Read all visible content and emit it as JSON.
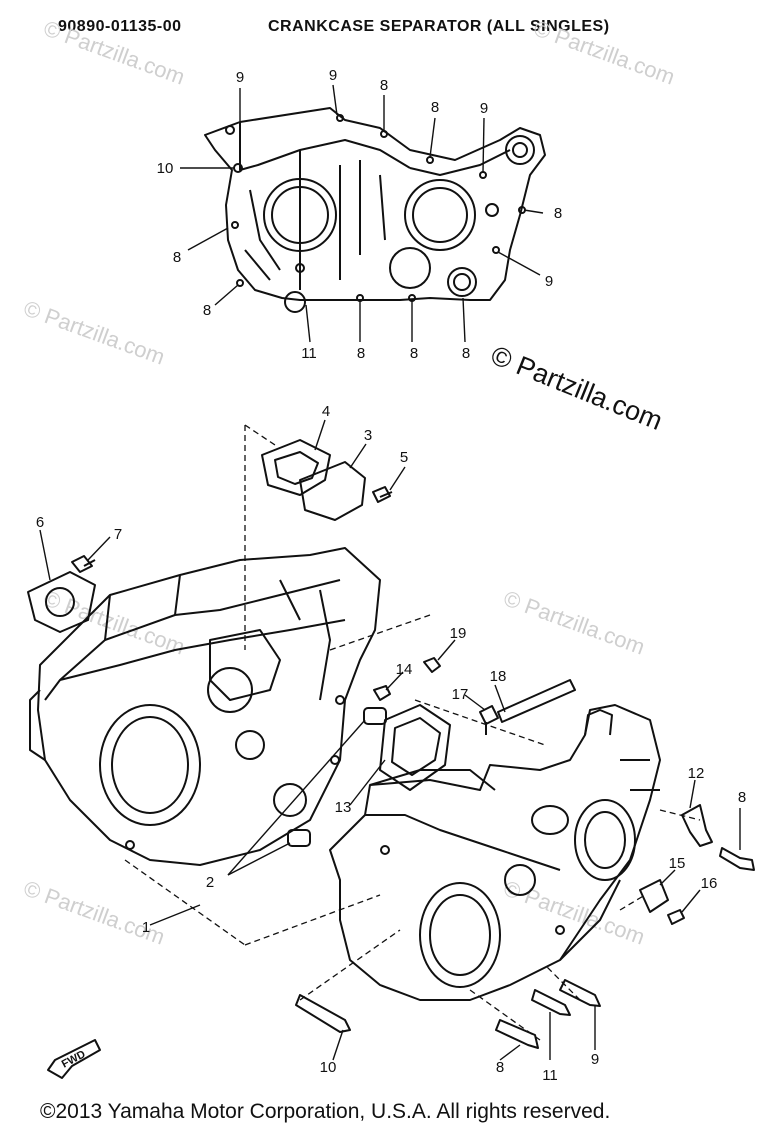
{
  "header": {
    "part_number": "90890-01135-00",
    "title": "CRANKCASE SEPARATOR (ALL SINGLES)"
  },
  "watermarks": {
    "small": "© Partzilla.com",
    "large": "© Partzilla.com"
  },
  "footer": {
    "copyright": "©2013  Yamaha Motor Corporation, U.S.A. All rights reserved."
  },
  "fwd_label": "FWD",
  "top_view_callouts": [
    "9",
    "9",
    "8",
    "8",
    "9",
    "10",
    "8",
    "8",
    "9",
    "8",
    "11",
    "8",
    "8",
    "8"
  ],
  "exploded_view_callouts": [
    "4",
    "3",
    "5",
    "6",
    "7",
    "19",
    "14",
    "18",
    "17",
    "13",
    "12",
    "8",
    "2",
    "1",
    "15",
    "16",
    "10",
    "8",
    "11",
    "9"
  ]
}
